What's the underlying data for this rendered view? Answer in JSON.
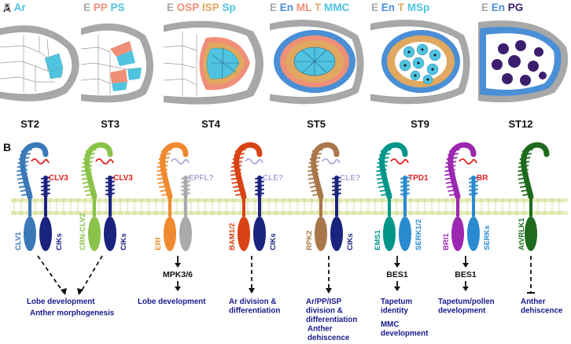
{
  "panel_a": {
    "letter": "A",
    "stages": [
      {
        "legend": [
          {
            "text": "E",
            "color": "#a8a8a8"
          },
          {
            "text": "Ar",
            "color": "#4fc3e0"
          }
        ],
        "stage": "ST2"
      },
      {
        "legend": [
          {
            "text": "E",
            "color": "#a8a8a8"
          },
          {
            "text": "PP",
            "color": "#f08f78"
          },
          {
            "text": "PS",
            "color": "#4fc3e0"
          }
        ],
        "stage": "ST3"
      },
      {
        "legend": [
          {
            "text": "E",
            "color": "#a8a8a8"
          },
          {
            "text": "OSP",
            "color": "#f08f78"
          },
          {
            "text": "ISP",
            "color": "#e0a860"
          },
          {
            "text": "Sp",
            "color": "#4fc3e0"
          }
        ],
        "stage": "ST4"
      },
      {
        "legend": [
          {
            "text": "E",
            "color": "#a8a8a8"
          },
          {
            "text": "En",
            "color": "#4a8fd6"
          },
          {
            "text": "ML",
            "color": "#f08f78"
          },
          {
            "text": "T",
            "color": "#e0a860"
          },
          {
            "text": "MMC",
            "color": "#4fc3e0"
          }
        ],
        "stage": "ST5"
      },
      {
        "legend": [
          {
            "text": "E",
            "color": "#a8a8a8"
          },
          {
            "text": "En",
            "color": "#4a8fd6"
          },
          {
            "text": "T",
            "color": "#e0a860"
          },
          {
            "text": "MSp",
            "color": "#4fc3e0"
          }
        ],
        "stage": "ST9"
      },
      {
        "legend": [
          {
            "text": "E",
            "color": "#a8a8a8"
          },
          {
            "text": "En",
            "color": "#4a8fd6"
          },
          {
            "text": "PG",
            "color": "#3b1f6e"
          }
        ],
        "stage": "ST12"
      }
    ]
  },
  "panel_b": {
    "letter": "B",
    "receptors": [
      {
        "ligand": "CLV3",
        "ligand_color": "#e02020",
        "left_receptor": "CLV1",
        "left_color": "#3b78b8",
        "right_receptor": "CIKs",
        "right_color": "#1a237e",
        "signal": "",
        "outcome": [
          "Lobe development",
          "Anther morphogenesis"
        ]
      },
      {
        "ligand": "CLV3",
        "ligand_color": "#e02020",
        "left_receptor": "CRN-CLV2",
        "left_color": "#8bc34a",
        "right_receptor": "CIKs",
        "right_color": "#1a237e",
        "signal": "",
        "outcome": []
      },
      {
        "ligand": "EPFL?",
        "ligand_color": "#b0a8d8",
        "left_receptor": "ERf",
        "left_color": "#f08a30",
        "right_receptor": "",
        "right_color": "#aaaaaa",
        "signal": "MPK3/6",
        "outcome": [
          "Lobe development"
        ]
      },
      {
        "ligand": "CLE?",
        "ligand_color": "#b0a8d8",
        "left_receptor": "BAM1/2",
        "left_color": "#d84315",
        "right_receptor": "CIKs",
        "right_color": "#1a237e",
        "signal": "",
        "outcome": [
          "Ar division &",
          "differentiation"
        ]
      },
      {
        "ligand": "CLE?",
        "ligand_color": "#b0a8d8",
        "left_receptor": "RPK2",
        "left_color": "#a9774a",
        "right_receptor": "CIKs",
        "right_color": "#1a237e",
        "signal": "",
        "outcome": [
          "Ar/PP/ISP",
          "division &",
          "differentiation",
          "Anther",
          "dehiscence"
        ]
      },
      {
        "ligand": "TPD1",
        "ligand_color": "#e02020",
        "left_receptor": "EMS1",
        "left_color": "#00968a",
        "right_receptor": "SERK1/2",
        "right_color": "#2a8ad0",
        "signal": "BES1",
        "outcome": [
          "Tapetum",
          "identity",
          "MMC",
          "development"
        ]
      },
      {
        "ligand": "BR",
        "ligand_color": "#e02020",
        "left_receptor": "BRI1",
        "left_color": "#9c27b0",
        "right_receptor": "SERKs",
        "right_color": "#2a8ad0",
        "signal": "BES1",
        "outcome": [
          "Tapetum/pollen",
          "development"
        ]
      },
      {
        "ligand": "",
        "ligand_color": "#e02020",
        "left_receptor": "AtVRLK1",
        "left_color": "#1e6b1e",
        "right_receptor": "",
        "right_color": "#1e6b1e",
        "signal": "",
        "outcome": [
          "Anther",
          "dehiscence"
        ]
      }
    ]
  }
}
